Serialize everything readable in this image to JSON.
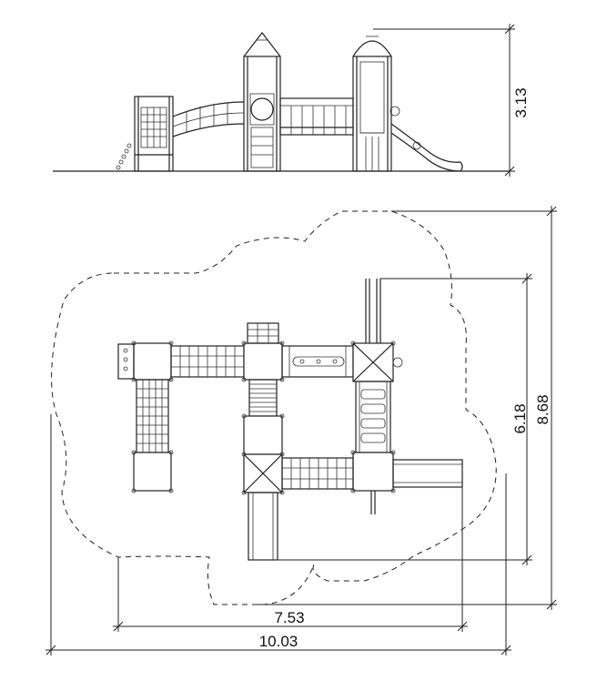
{
  "dimensions": {
    "height": "3.13",
    "depth_inner": "6.18",
    "depth_outer": "8.68",
    "width_inner": "7.53",
    "width_outer": "10.03"
  },
  "colors": {
    "line": "#222222",
    "background": "#ffffff"
  }
}
